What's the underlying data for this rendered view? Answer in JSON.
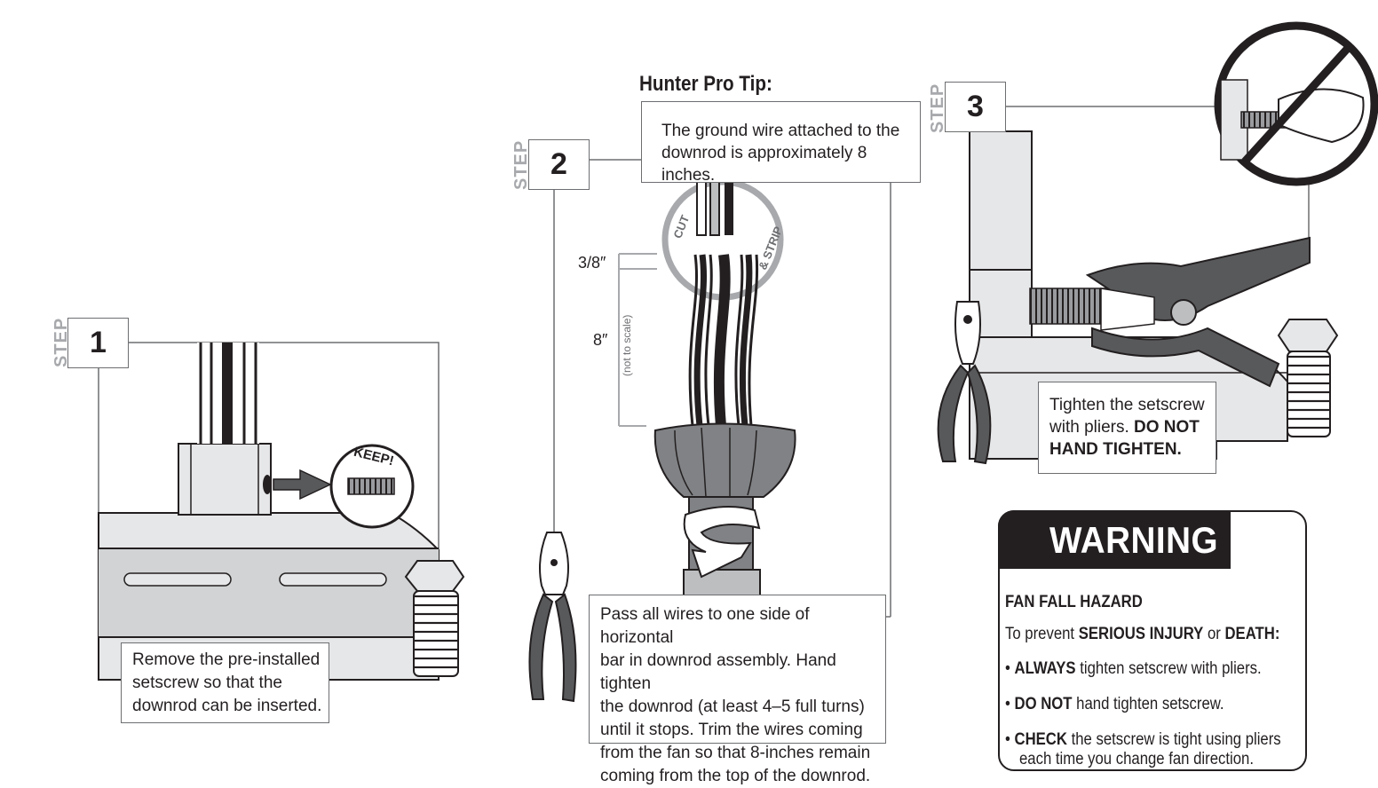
{
  "steps": [
    {
      "word": "STEP",
      "number": "1",
      "lines": [
        "Remove the pre-installed",
        "setscrew so that the",
        "downrod can be inserted."
      ],
      "keep_label": "KEEP!"
    },
    {
      "word": "STEP",
      "number": "2",
      "lines": [
        "Pass all wires to one side of horizontal",
        "bar in downrod assembly. Hand tighten",
        "the downrod (at least 4–5 full turns)",
        "until it stops. Trim the wires coming",
        "from the fan so that 8-inches remain",
        "coming from the top of the downrod."
      ]
    },
    {
      "word": "STEP",
      "number": "3",
      "lines_plain": [
        "Tighten the setscrew",
        "with pliers."
      ],
      "emphasis": [
        "DO NOT",
        "HAND TIGHTEN."
      ]
    }
  ],
  "pro_tip": {
    "title": "Hunter Pro Tip:",
    "lines": [
      "The ground wire attached to the",
      "downrod is approximately 8 inches."
    ]
  },
  "wire_callout": {
    "cut_label": "CUT",
    "strip_label": "& STRIP",
    "dim_small": "3/8″",
    "dim_large": "8″",
    "scale_note": "(not to scale)"
  },
  "warning": {
    "title": "WARNING",
    "hazard": "FAN FALL HAZARD",
    "intro_plain": "To prevent ",
    "intro_bold1": "SERIOUS INJURY",
    "intro_mid": " or ",
    "intro_bold2": "DEATH:",
    "bullets": [
      {
        "bold": "ALWAYS",
        "text": " tighten setscrew with pliers."
      },
      {
        "bold": "DO NOT",
        "text": " hand tighten setscrew."
      },
      {
        "bold": "CHECK",
        "text": " the setscrew is tight using pliers",
        "continuation": "each time you change fan direction."
      }
    ]
  },
  "colors": {
    "ink": "#231f20",
    "gray_light": "#e6e7e8",
    "gray_mid": "#bcbec0",
    "gray_dark": "#6d6e71",
    "step_word": "#a7a9ac"
  }
}
